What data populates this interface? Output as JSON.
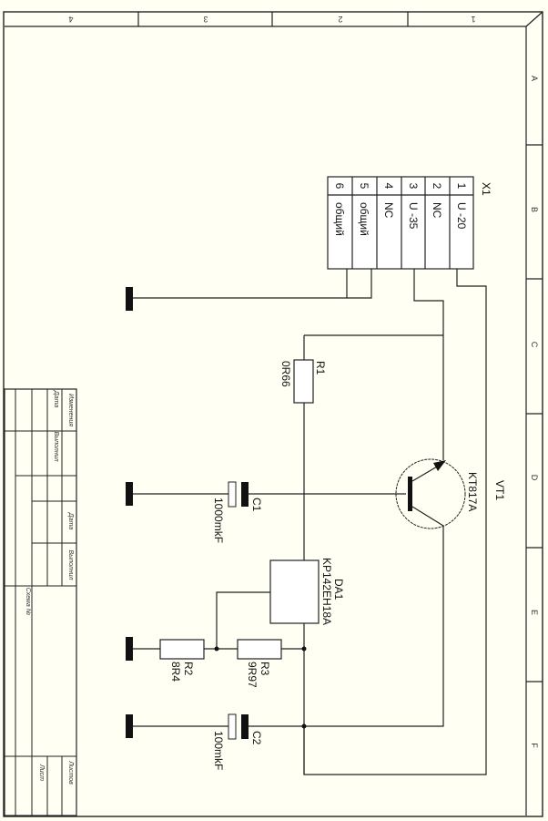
{
  "sheet": {
    "columns": [
      "4",
      "3",
      "2",
      "1"
    ],
    "rows": [
      "A",
      "B",
      "C",
      "D",
      "E",
      "F"
    ],
    "background": "#fffff4"
  },
  "connector": {
    "ref": "X1",
    "pins": [
      {
        "num": "1",
        "name": "U -20"
      },
      {
        "num": "2",
        "name": "NC"
      },
      {
        "num": "3",
        "name": "U -35"
      },
      {
        "num": "4",
        "name": "NC"
      },
      {
        "num": "5",
        "name": "общий"
      },
      {
        "num": "6",
        "name": "общий"
      }
    ]
  },
  "components": {
    "R1": {
      "ref": "R1",
      "value": "0R66"
    },
    "R2": {
      "ref": "R2",
      "value": "8R4"
    },
    "R3": {
      "ref": "R3",
      "value": "9R97"
    },
    "C1": {
      "ref": "C1",
      "value": "1000mkF"
    },
    "C2": {
      "ref": "C2",
      "value": "100mkF"
    },
    "VT1": {
      "ref": "VT1",
      "value": "KT817A"
    },
    "DA1": {
      "ref": "DA1",
      "value": "KP142EH18A"
    }
  },
  "title_block": {
    "izm": "Изменения",
    "data1": "Дата",
    "vypolnil1": "Выполнил",
    "data2": "Дата",
    "vypolnil2": "Выполнил",
    "schema": "Схема №",
    "list": "Лист",
    "listov": "Листов"
  }
}
